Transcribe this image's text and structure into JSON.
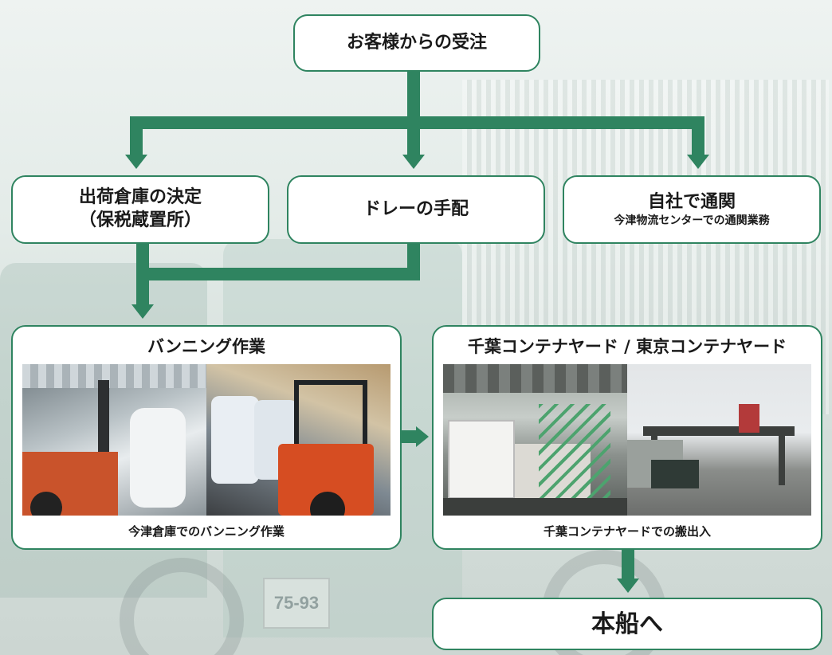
{
  "flow": {
    "order": {
      "label": "お客様からの受注"
    },
    "warehouse": {
      "line1": "出荷倉庫の決定",
      "line2": "（保税蔵置所）"
    },
    "dray": {
      "label": "ドレーの手配"
    },
    "customs": {
      "title": "自社で通関",
      "subtitle": "今津物流センターでの通関業務"
    },
    "vanning": {
      "title": "バンニング作業",
      "caption": "今津倉庫でのバンニング作業"
    },
    "yard": {
      "title": "千葉コンテナヤード / 東京コンテナヤード",
      "caption": "千葉コンテナヤードでの搬出入"
    },
    "ship": {
      "label": "本船へ"
    }
  },
  "background": {
    "plate_text": "75-93"
  },
  "colors": {
    "accent": "#2f8460",
    "box_fill": "#ffffff",
    "text": "#1a1a1a"
  }
}
